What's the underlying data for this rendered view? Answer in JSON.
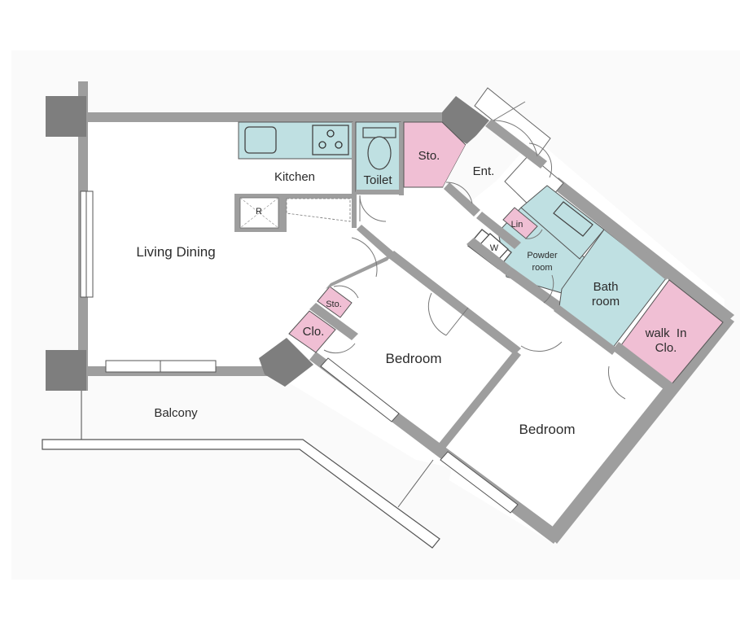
{
  "rooms": {
    "living_dining": "Living Dining",
    "kitchen": "Kitchen",
    "toilet": "Toilet",
    "storage_entrance": "Sto.",
    "entrance": "Ent.",
    "linen": "Lin",
    "washer": "W",
    "powder_room_line1": "Powder",
    "powder_room_line2": "room",
    "bath_room_line1": "Bath",
    "bath_room_line2": "room",
    "walk_in_closet_line1": "walk  In",
    "walk_in_closet_line2": "Clo.",
    "storage_small": "Sto.",
    "closet": "Clo.",
    "bedroom_1": "Bedroom",
    "bedroom_2": "Bedroom",
    "balcony": "Balcony",
    "refrigerator_mark": "R"
  },
  "colors": {
    "wall": "#9e9e9e",
    "wall_dark": "#7e7e7e",
    "wet_area": "#bfe0e2",
    "storage": "#f0bfd4",
    "line": "#555555",
    "background": "#fafafa"
  }
}
